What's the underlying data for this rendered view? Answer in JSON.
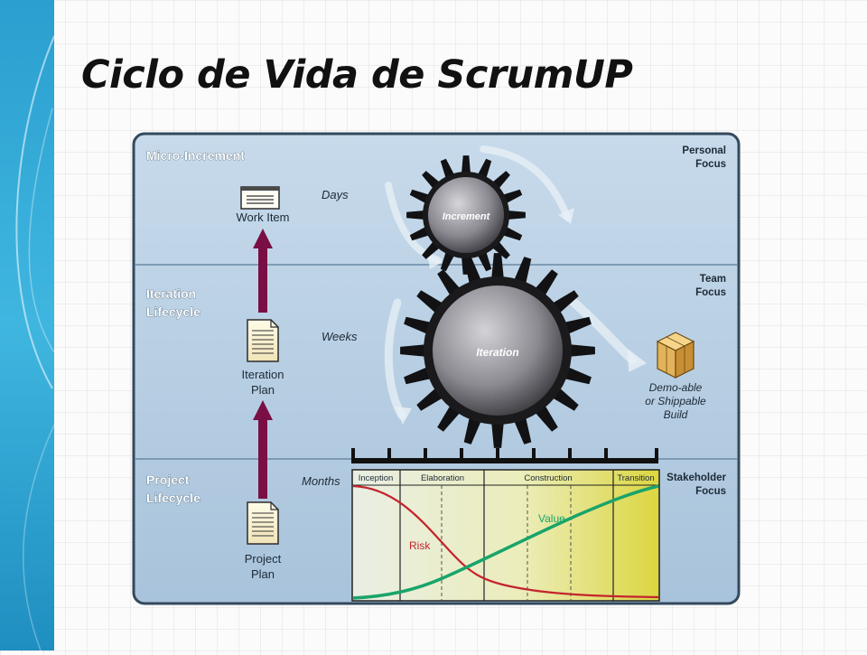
{
  "slide": {
    "title": "Ciclo de Vida de ScrumUP"
  },
  "bands": {
    "micro": {
      "label_line1": "Micro-Increment",
      "focus_line1": "Personal",
      "focus_line2": "Focus",
      "time": "Days"
    },
    "iteration": {
      "label_line1": "Iteration",
      "label_line2": "Lifecycle",
      "focus_line1": "Team",
      "focus_line2": "Focus",
      "time": "Weeks"
    },
    "project": {
      "label_line1": "Project",
      "label_line2": "Lifecycle",
      "focus_line1": "Stakeholder",
      "focus_line2": "Focus",
      "time": "Months"
    }
  },
  "artifacts": {
    "work_item": {
      "label": "Work Item"
    },
    "iteration_plan": {
      "label_line1": "Iteration",
      "label_line2": "Plan"
    },
    "project_plan": {
      "label_line1": "Project",
      "label_line2": "Plan"
    },
    "build": {
      "label_line1": "Demo-able",
      "label_line2": "or Shippable",
      "label_line3": "Build"
    }
  },
  "gears": {
    "small": "Increment",
    "large": "Iteration"
  },
  "phases": [
    "Inception",
    "Elaboration",
    "Construction",
    "Transition"
  ],
  "curves": {
    "risk": "Risk",
    "value": "Value"
  },
  "colors": {
    "band_top": "#c5d8ea",
    "band_bottom": "#a9c4dc",
    "border": "#34495c",
    "arrow": "#7a0f45",
    "risk": "#c4242e",
    "value": "#19a46a",
    "yellow": "#d6d23a"
  }
}
